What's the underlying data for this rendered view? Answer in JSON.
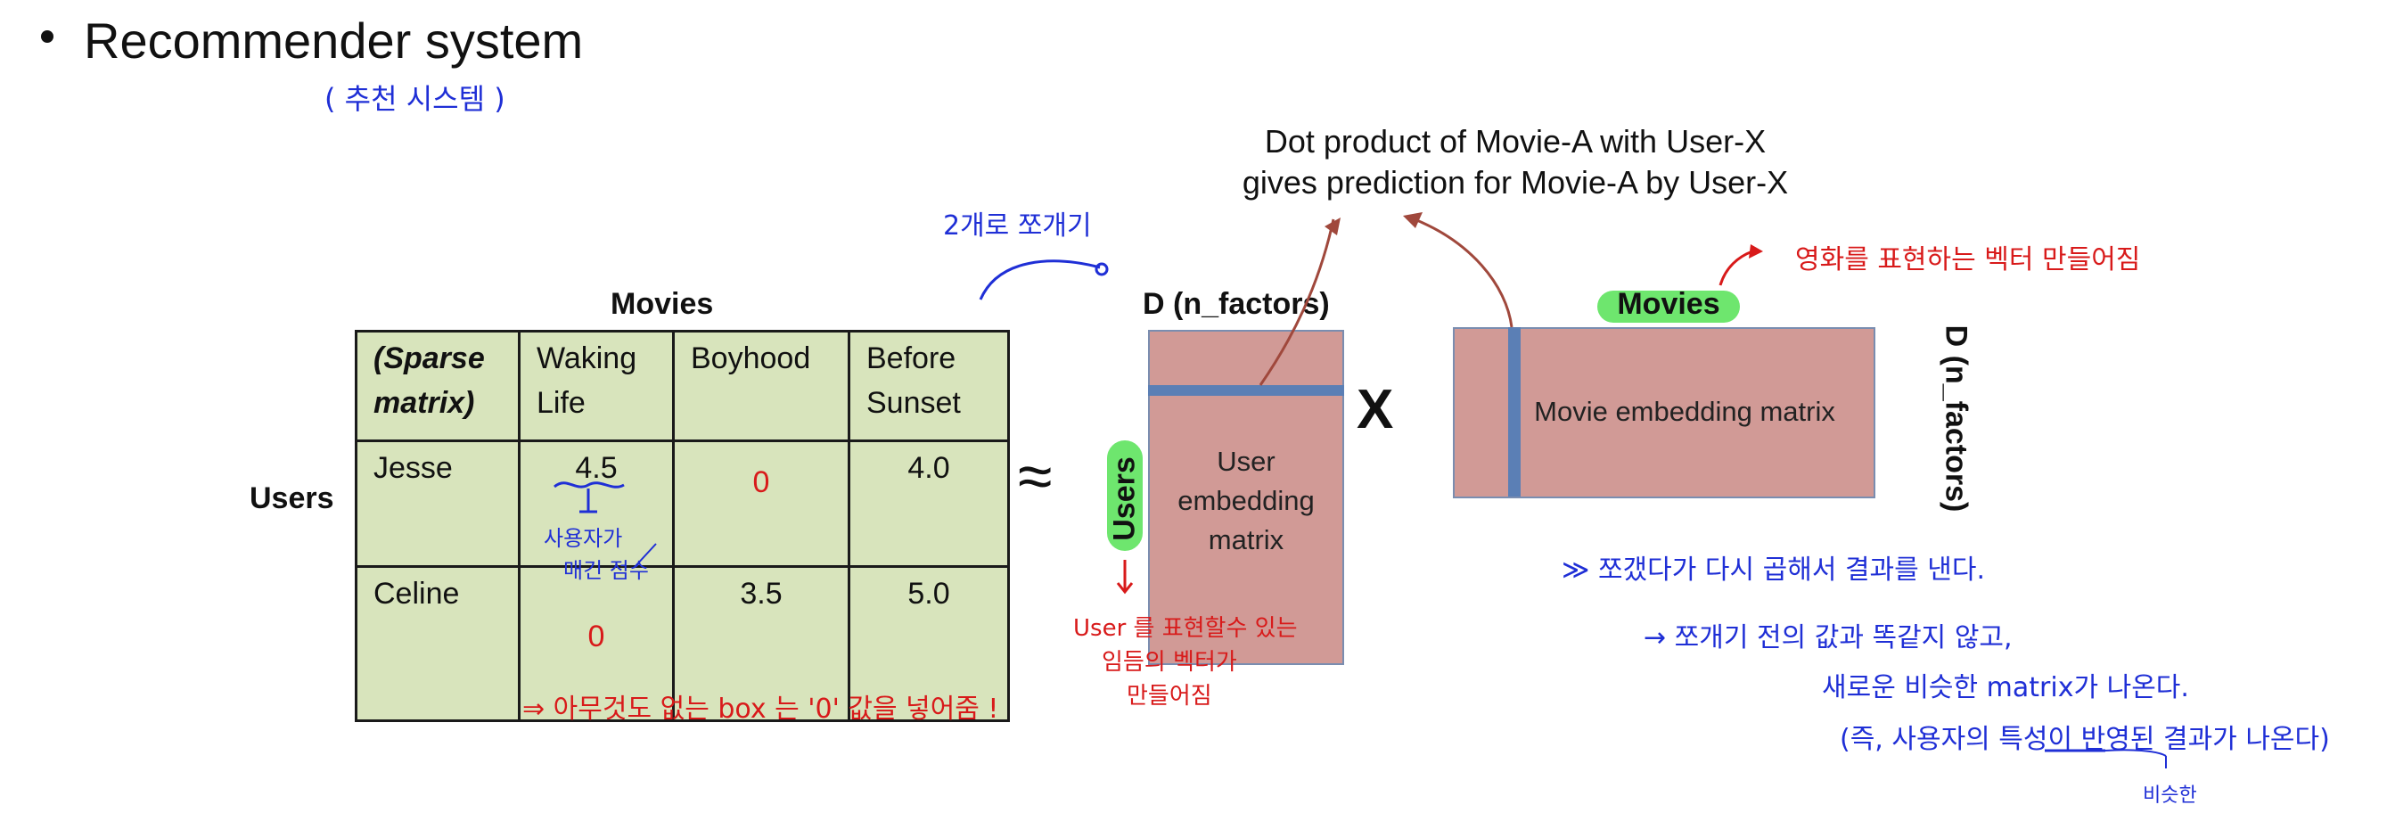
{
  "slide": {
    "title": "Recommender system",
    "title_note": "( 추천 시스템 )"
  },
  "sparse_table": {
    "movies_label": "Movies",
    "users_label": "Users",
    "corner_label_line1": "(Sparse",
    "corner_label_line2": "matrix)",
    "columns": [
      {
        "line1": "Waking",
        "line2": "Life"
      },
      {
        "line1": "Boyhood",
        "line2": ""
      },
      {
        "line1": "Before",
        "line2": "Sunset"
      }
    ],
    "rows": [
      {
        "user": "Jesse",
        "values": [
          "4.5",
          "0",
          "4.0"
        ]
      },
      {
        "user": "Celine",
        "values": [
          "0",
          "3.5",
          "5.0"
        ]
      }
    ]
  },
  "symbols": {
    "approx": "≈",
    "times": "X"
  },
  "user_embedding": {
    "top_label": "D (n_factors)",
    "side_label": "Users",
    "text_line1": "User",
    "text_line2": "embedding",
    "text_line3": "matrix"
  },
  "movie_embedding": {
    "top_label": "Movies",
    "side_label": "D (n_factors)",
    "text": "Movie embedding matrix"
  },
  "dot_product_caption": {
    "line1": "Dot product of Movie-A with User-X",
    "line2": "gives prediction for Movie-A by User-X"
  },
  "handwritten": {
    "split_into_two": "2개로 쪼개기",
    "user_rated_line1": "사용자가",
    "user_rated_line2": "매긴 점수",
    "zero_fill": "⇒ 아무것도 없는 box 는 '0' 값을 넣어줌 !",
    "user_vector_line1": "User 를 표현할수 있는",
    "user_vector_line2": "임듬의 벡터가",
    "user_vector_line3": "만들어짐",
    "movie_vector": "영화를 표현하는 벡터 만들어짐",
    "multiply_again": "≫  쪼갰다가 다시 곱해서 결과를 낸다.",
    "not_same": "→ 쪼개기 전의 값과 똑같지 않고,",
    "new_matrix": "새로운 비슷한 matrix가 나온다.",
    "user_traits": "(즉, 사용자의 특성이 반영된 결과가 나온다)",
    "similar": "비슷한"
  },
  "colors": {
    "table_fill": "#d8e4bc",
    "matrix_fill": "#d19a96",
    "band_fill": "#5b7fb5",
    "pill_green": "#6ee66e",
    "ink_blue": "#1f2fd6",
    "ink_red": "#d81a1a",
    "arrow_brown": "#a0483c"
  }
}
